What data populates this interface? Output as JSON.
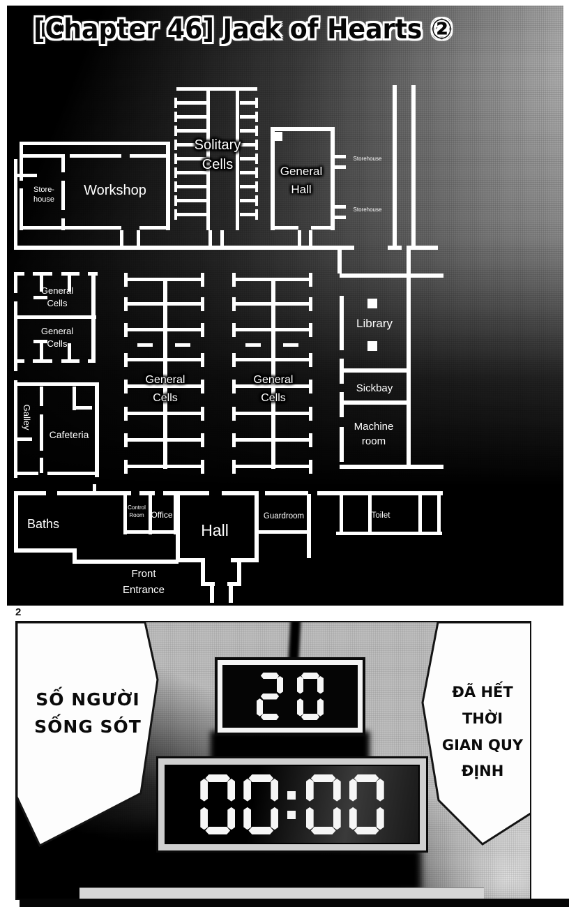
{
  "header": {
    "title": "[Chapter 46] Jack of Hearts ②"
  },
  "page": {
    "number": "2"
  },
  "map": {
    "rooms": {
      "storehouse_left": "Store-\nhouse",
      "workshop": "Workshop",
      "solitary_cells": "Solitary\nCells",
      "general_hall": "General\nHall",
      "storehouse_right_1": "Storehouse",
      "storehouse_right_2": "Storehouse",
      "general_cells_left_1": "General\nCells",
      "general_cells_left_2": "General\nCells",
      "general_cells_mid_1": "General\nCells",
      "general_cells_mid_2": "General\nCells",
      "library": "Library",
      "sickbay": "Sickbay",
      "machine_room": "Machine\nroom",
      "galley": "Galley",
      "cafeteria": "Cafeteria",
      "baths": "Baths",
      "control_room": "Control\nRoom",
      "office": "Office",
      "hall": "Hall",
      "guardroom": "Guardroom",
      "toilet": "Toilet",
      "front_entrance": "Front\nEntrance"
    }
  },
  "panel": {
    "caption_left": "SỐ NGƯỜI\nSỐNG SÓT",
    "caption_right": "ĐÃ HẾT\nTHỜI\nGIAN QUY\nĐỊNH",
    "survivor_clock": {
      "value": "20"
    },
    "timer_clock": {
      "value": "00:00"
    }
  },
  "colors": {
    "wall": "#ffffff",
    "clock_digit": "#f6f6f6",
    "panel_bg": "#c4c4c4",
    "map_dark": "#000000"
  }
}
